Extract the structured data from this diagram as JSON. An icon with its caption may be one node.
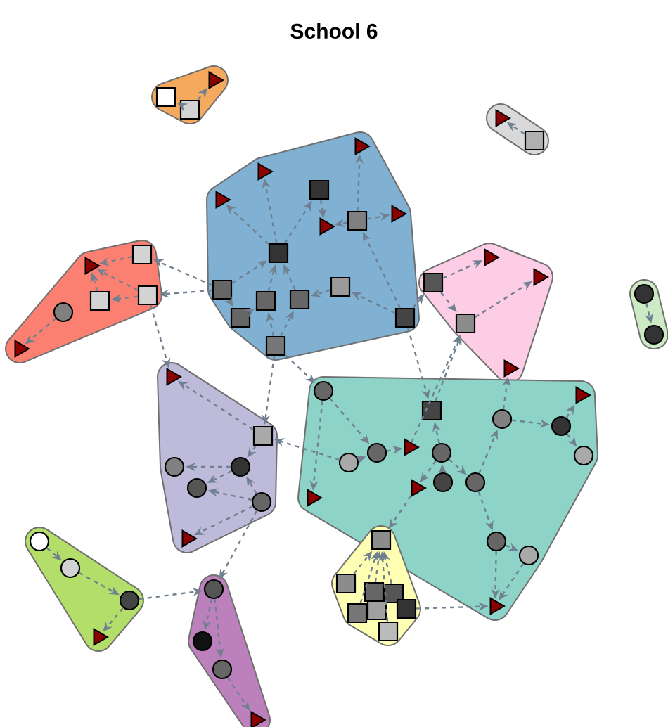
{
  "diagram": {
    "title": "School 6",
    "nodes": [
      {
        "text": [],
        "shape": "blob"
      },
      {
        "text": [],
        "shape": "box",
        "in": 0
      },
      {
        "text": [],
        "shape": "box",
        "in": 0
      },
      {
        "text": [],
        "shape": "triangle",
        "in": 0
      },
      {
        "text": [],
        "shape": "blob"
      },
      {
        "text": [],
        "shape": "triangle",
        "in": 4
      },
      {
        "text": [],
        "shape": "box",
        "in": 4
      },
      {
        "text": [],
        "shape": "blob"
      },
      {
        "text": [],
        "shape": "triangle",
        "in": 7
      },
      {
        "text": [],
        "shape": "triangle",
        "in": 7
      },
      {
        "text": [],
        "shape": "triangle",
        "in": 7
      },
      {
        "text": [],
        "shape": "box",
        "in": 7
      },
      {
        "text": [],
        "shape": "box",
        "in": 7
      },
      {
        "text": [],
        "shape": "triangle",
        "in": 7
      },
      {
        "text": [],
        "shape": "triangle",
        "in": 7
      },
      {
        "text": [],
        "shape": "box",
        "in": 7
      },
      {
        "text": [],
        "shape": "box",
        "in": 7
      },
      {
        "text": [],
        "shape": "box",
        "in": 7
      },
      {
        "text": [],
        "shape": "box",
        "in": 7
      },
      {
        "text": [],
        "shape": "box",
        "in": 7
      },
      {
        "text": [],
        "shape": "box",
        "in": 7
      },
      {
        "text": [],
        "shape": "box",
        "in": 7
      },
      {
        "text": [],
        "shape": "box",
        "in": 7
      },
      {
        "text": [],
        "shape": "blob"
      },
      {
        "text": [],
        "shape": "triangle",
        "in": 23
      },
      {
        "text": [],
        "shape": "box",
        "in": 23
      },
      {
        "text": [],
        "shape": "circle",
        "in": 23
      },
      {
        "text": [],
        "shape": "box",
        "in": 23
      },
      {
        "text": [],
        "shape": "box",
        "in": 23
      },
      {
        "text": [],
        "shape": "triangle",
        "in": 23
      },
      {
        "text": [],
        "shape": "blob"
      },
      {
        "text": [],
        "shape": "box",
        "in": 30
      },
      {
        "text": [],
        "shape": "triangle",
        "in": 30
      },
      {
        "text": [],
        "shape": "triangle",
        "in": 30
      },
      {
        "text": [],
        "shape": "box",
        "in": 30
      },
      {
        "text": [],
        "shape": "triangle",
        "in": 30
      },
      {
        "text": [],
        "shape": "blob"
      },
      {
        "text": [],
        "shape": "triangle",
        "in": 36
      },
      {
        "text": [],
        "shape": "box",
        "in": 36
      },
      {
        "text": [],
        "shape": "circle",
        "in": 36
      },
      {
        "text": [],
        "shape": "circle",
        "in": 36
      },
      {
        "text": [],
        "shape": "circle",
        "in": 36
      },
      {
        "text": [],
        "shape": "circle",
        "in": 36
      },
      {
        "text": [],
        "shape": "triangle",
        "in": 36
      },
      {
        "text": [],
        "shape": "blob"
      },
      {
        "text": [],
        "shape": "circle",
        "in": 44
      },
      {
        "text": [],
        "shape": "box",
        "in": 44
      },
      {
        "text": [],
        "shape": "triangle",
        "in": 44
      },
      {
        "text": [],
        "shape": "circle",
        "in": 44
      },
      {
        "text": [],
        "shape": "circle",
        "in": 44
      },
      {
        "text": [],
        "shape": "circle",
        "in": 44
      },
      {
        "text": [],
        "shape": "circle",
        "in": 44
      },
      {
        "text": [],
        "shape": "circle",
        "in": 44
      },
      {
        "text": [],
        "shape": "triangle",
        "in": 44
      },
      {
        "text": [],
        "shape": "circle",
        "in": 44
      },
      {
        "text": [],
        "shape": "triangle",
        "in": 44
      },
      {
        "text": [],
        "shape": "circle",
        "in": 44
      },
      {
        "text": [],
        "shape": "circle",
        "in": 44
      },
      {
        "text": [],
        "shape": "triangle",
        "in": 44
      },
      {
        "text": [],
        "shape": "circle",
        "in": 44
      },
      {
        "text": [],
        "shape": "circle",
        "in": 44
      },
      {
        "text": [],
        "shape": "triangle",
        "in": 44
      },
      {
        "text": [],
        "shape": "blob"
      },
      {
        "text": [],
        "shape": "box"
      },
      {
        "text": [],
        "shape": "box",
        "in": 62
      },
      {
        "text": [],
        "shape": "box",
        "in": 62
      },
      {
        "text": [],
        "shape": "box",
        "in": 62
      },
      {
        "text": [],
        "shape": "box",
        "in": 62
      },
      {
        "text": [],
        "shape": "box",
        "in": 62
      },
      {
        "text": [],
        "shape": "box",
        "in": 62
      },
      {
        "text": [],
        "shape": "box",
        "in": 62
      },
      {
        "text": [],
        "shape": "blob"
      },
      {
        "text": [],
        "shape": "circle",
        "in": 71
      },
      {
        "text": [],
        "shape": "circle",
        "in": 71
      },
      {
        "text": [],
        "shape": "circle",
        "in": 71
      },
      {
        "text": [],
        "shape": "triangle",
        "in": 71
      },
      {
        "text": [],
        "shape": "blob"
      },
      {
        "text": [],
        "shape": "circle",
        "in": 76
      },
      {
        "text": [],
        "shape": "circle",
        "in": 76
      },
      {
        "text": [],
        "shape": "circle",
        "in": 76
      },
      {
        "text": [],
        "shape": "triangle",
        "in": 76
      },
      {
        "text": [],
        "shape": "blob"
      },
      {
        "text": [],
        "shape": "circle",
        "in": 81
      },
      {
        "text": [],
        "shape": "circle",
        "in": 81
      }
    ],
    "edges": [
      {
        "from": 2,
        "to": 3,
        "arrow": "to"
      },
      {
        "from": 2,
        "to": 1,
        "arrow": "to"
      },
      {
        "from": 6,
        "to": 5,
        "arrow": "to"
      },
      {
        "from": 15,
        "to": 8,
        "arrow": "to"
      },
      {
        "from": 15,
        "to": 9,
        "arrow": "to"
      },
      {
        "from": 15,
        "to": 11,
        "arrow": "to"
      },
      {
        "from": 12,
        "to": 10,
        "arrow": "to"
      },
      {
        "from": 12,
        "to": 14,
        "arrow": "to"
      },
      {
        "from": 12,
        "to": 13,
        "arrow": "to"
      },
      {
        "from": 11,
        "to": 13,
        "arrow": "to"
      },
      {
        "from": 17,
        "to": 15,
        "arrow": "to"
      },
      {
        "from": 18,
        "to": 15,
        "arrow": "to"
      },
      {
        "from": 20,
        "to": 17,
        "arrow": "to"
      },
      {
        "from": 22,
        "to": 17,
        "arrow": "to"
      },
      {
        "from": 22,
        "to": 18,
        "arrow": "to"
      },
      {
        "from": 16,
        "to": 20,
        "arrow": "to"
      },
      {
        "from": 19,
        "to": 18,
        "arrow": "to"
      },
      {
        "from": 21,
        "to": 19,
        "arrow": "to"
      },
      {
        "from": 21,
        "to": 12,
        "arrow": "to"
      },
      {
        "from": 16,
        "to": 15,
        "arrow": "to"
      },
      {
        "from": 27,
        "to": 24,
        "arrow": "to"
      },
      {
        "from": 28,
        "to": 24,
        "arrow": "to"
      },
      {
        "from": 25,
        "to": 24,
        "arrow": "to"
      },
      {
        "from": 26,
        "to": 29,
        "arrow": "to"
      },
      {
        "from": 28,
        "to": 27,
        "arrow": "to"
      },
      {
        "from": 16,
        "to": 25,
        "arrow": "to"
      },
      {
        "from": 16,
        "to": 28,
        "arrow": "to"
      },
      {
        "from": 28,
        "to": 37,
        "arrow": "to"
      },
      {
        "from": 22,
        "to": 38,
        "arrow": "to"
      },
      {
        "from": 22,
        "to": 45,
        "arrow": "to"
      },
      {
        "from": 21,
        "to": 46,
        "arrow": "to"
      },
      {
        "from": 21,
        "to": 31,
        "arrow": "to"
      },
      {
        "from": 31,
        "to": 32,
        "arrow": "to"
      },
      {
        "from": 31,
        "to": 34,
        "arrow": "to"
      },
      {
        "from": 34,
        "to": 33,
        "arrow": "to"
      },
      {
        "from": 46,
        "to": 34,
        "arrow": "to"
      },
      {
        "from": 53,
        "to": 34,
        "arrow": "to"
      },
      {
        "from": 48,
        "to": 35,
        "arrow": "to"
      },
      {
        "from": 38,
        "to": 37,
        "arrow": "to"
      },
      {
        "from": 40,
        "to": 39,
        "arrow": "to"
      },
      {
        "from": 40,
        "to": 41,
        "arrow": "to"
      },
      {
        "from": 42,
        "to": 40,
        "arrow": "to"
      },
      {
        "from": 38,
        "to": 40,
        "arrow": "to"
      },
      {
        "from": 42,
        "to": 43,
        "arrow": "to"
      },
      {
        "from": 42,
        "to": 41,
        "arrow": "to"
      },
      {
        "from": 51,
        "to": 38,
        "arrow": "to"
      },
      {
        "from": 42,
        "to": 77,
        "arrow": "to"
      },
      {
        "from": 45,
        "to": 52,
        "arrow": "to"
      },
      {
        "from": 45,
        "to": 58,
        "arrow": "to"
      },
      {
        "from": 52,
        "to": 53,
        "arrow": "to"
      },
      {
        "from": 51,
        "to": 52,
        "arrow": "to"
      },
      {
        "from": 54,
        "to": 46,
        "arrow": "to"
      },
      {
        "from": 56,
        "to": 54,
        "arrow": "to"
      },
      {
        "from": 57,
        "to": 48,
        "arrow": "to"
      },
      {
        "from": 48,
        "to": 49,
        "arrow": "to"
      },
      {
        "from": 49,
        "to": 47,
        "arrow": "to"
      },
      {
        "from": 49,
        "to": 50,
        "arrow": "to"
      },
      {
        "from": 54,
        "to": 55,
        "arrow": "to"
      },
      {
        "from": 55,
        "to": 63,
        "arrow": "to"
      },
      {
        "from": 59,
        "to": 60,
        "arrow": "to"
      },
      {
        "from": 57,
        "to": 59,
        "arrow": "to"
      },
      {
        "from": 59,
        "to": 61,
        "arrow": "to"
      },
      {
        "from": 60,
        "to": 61,
        "arrow": "to"
      },
      {
        "from": 54,
        "to": 57,
        "arrow": "to"
      },
      {
        "from": 64,
        "to": 63,
        "arrow": "to"
      },
      {
        "from": 65,
        "to": 63,
        "arrow": "to"
      },
      {
        "from": 66,
        "to": 63,
        "arrow": "to"
      },
      {
        "from": 67,
        "to": 63,
        "arrow": "to"
      },
      {
        "from": 69,
        "to": 61,
        "arrow": "to"
      },
      {
        "from": 70,
        "to": 63,
        "arrow": "to"
      },
      {
        "from": 72,
        "to": 73,
        "arrow": "to"
      },
      {
        "from": 73,
        "to": 74,
        "arrow": "to"
      },
      {
        "from": 74,
        "to": 75,
        "arrow": "to"
      },
      {
        "from": 74,
        "to": 77,
        "arrow": "to"
      },
      {
        "from": 77,
        "to": 78,
        "arrow": "to"
      },
      {
        "from": 77,
        "to": 79,
        "arrow": "to"
      },
      {
        "from": 79,
        "to": 80,
        "arrow": "to"
      },
      {
        "from": 82,
        "to": 83,
        "arrow": "to"
      }
    ]
  }
}
